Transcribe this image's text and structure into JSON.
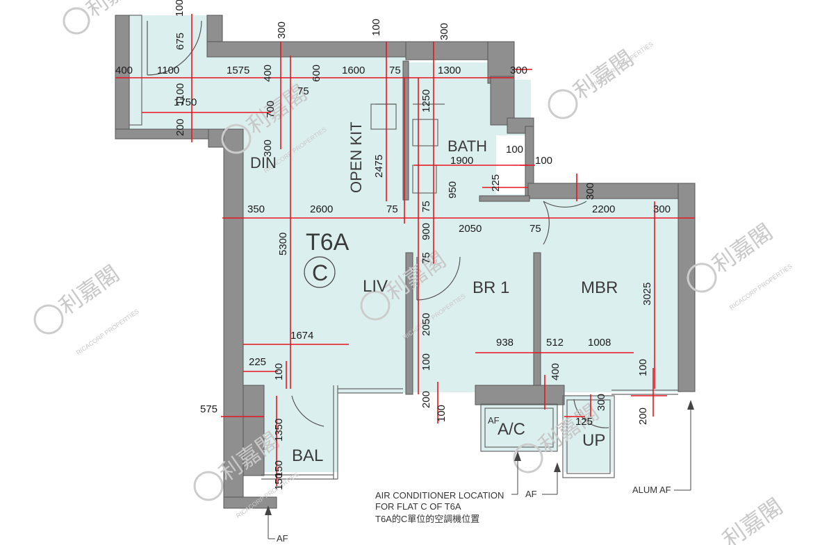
{
  "unit": {
    "code": "T6A",
    "flat": "C"
  },
  "rooms": {
    "open_kit": "OPEN KIT",
    "bath": "BATH",
    "din": "DIN",
    "liv": "LIV",
    "br1": "BR 1",
    "mbr": "MBR",
    "bal": "BAL",
    "ac": "A/C",
    "up": "UP"
  },
  "dimensions": [
    "100",
    "675",
    "300",
    "100",
    "300",
    "400",
    "1100",
    "1575",
    "400",
    "600",
    "1600",
    "75",
    "1300",
    "300",
    "1100",
    "75",
    "1750",
    "700",
    "1250",
    "200",
    "300",
    "100",
    "1900",
    "100",
    "2475",
    "950",
    "225",
    "300",
    "350",
    "2600",
    "75",
    "75",
    "900",
    "2050",
    "75",
    "2200",
    "300",
    "5300",
    "75",
    "3025",
    "1674",
    "2050",
    "938",
    "512",
    "1008",
    "225",
    "100",
    "100",
    "400",
    "100",
    "575",
    "200",
    "300",
    "1350",
    "100",
    "125",
    "200",
    "150",
    "150"
  ],
  "notes": {
    "af_small": "AF",
    "af_ac": "AF",
    "af_bottom": "AF",
    "alum_af": "ALUM AF",
    "ac_location_1": "AIR CONDITIONER LOCATION",
    "ac_location_2": "FOR FLAT C OF T6A",
    "ac_location_3": "T6A的C單位的空調機位置"
  },
  "watermark": {
    "chinese": "利嘉閣",
    "english": "RICACORP PROPERTIES"
  },
  "colors": {
    "floor": "#dcefef",
    "wall": "#8f8f8f",
    "dimension": "#e8141e",
    "watermark": "#c8c8c8"
  }
}
